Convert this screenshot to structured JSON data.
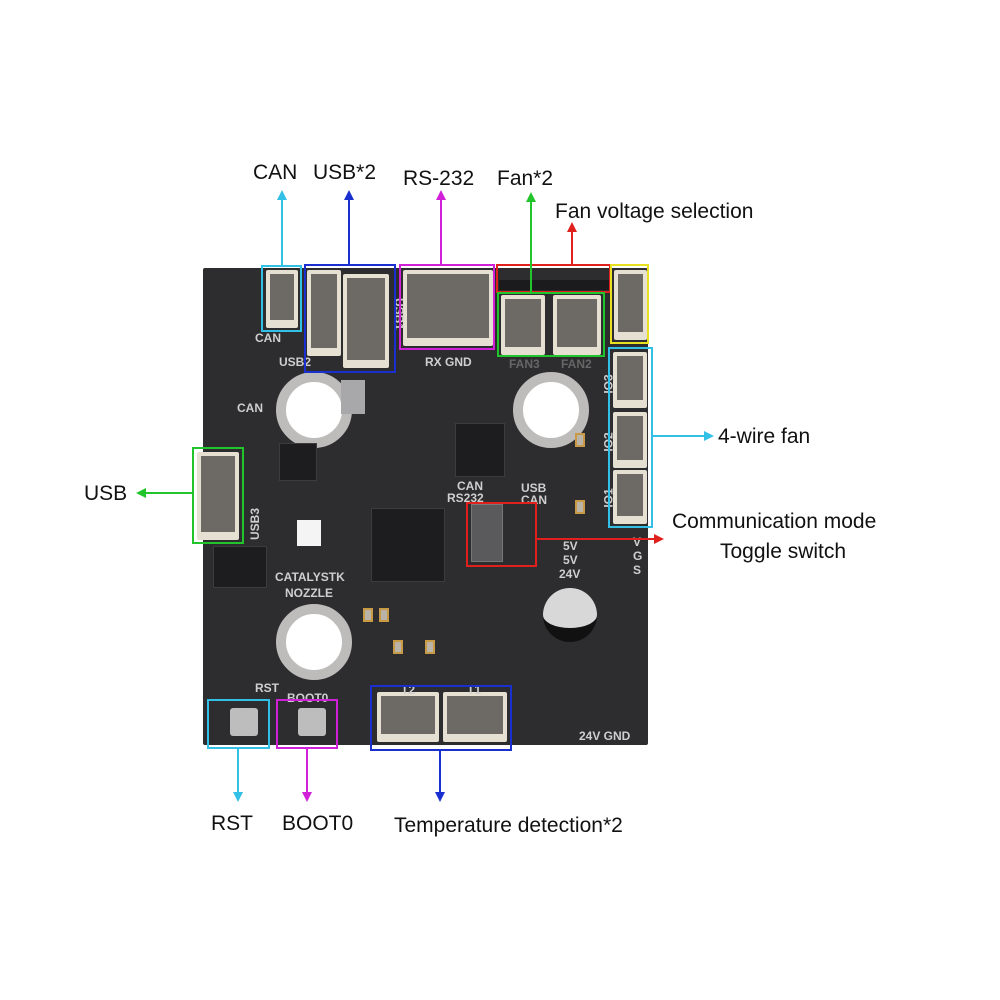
{
  "callouts": {
    "can": "CAN",
    "usb2": "USB*2",
    "rs232": "RS-232",
    "fan2": "Fan*2",
    "fan_voltage": "Fan voltage selection",
    "four_wire_fan": "4-wire fan",
    "usb": "USB",
    "comm_mode_line1": "Communication mode",
    "comm_mode_line2": "Toggle switch",
    "rst": "RST",
    "boot0": "BOOT0",
    "temperature": "Temperature detection*2"
  },
  "silkscreen": {
    "can_top": "CAN",
    "usb2": "USB2",
    "can_mid": "CAN",
    "usb3": "USB3",
    "usb1": "USB1",
    "rx_gnd": "RX  GND",
    "fan3": "FAN3",
    "fan2": "FAN2",
    "io3": "IO3",
    "io2": "IO2",
    "io1": "IO1",
    "can_rs232_1": "CAN",
    "can_rs232_2": "RS232",
    "usb_can_1": "USB",
    "usb_can_2": "CAN",
    "v5a": "5V",
    "v5b": "5V",
    "v24": "24V",
    "v": "V",
    "g": "G",
    "s": "S",
    "brand1": "CATALYSTK",
    "brand2": "NOZZLE",
    "rst": "RST",
    "boot0": "BOOT0",
    "t2": "T2",
    "t1": "T1",
    "power": "24V GND"
  },
  "colors": {
    "cyan": "#33c0e6",
    "blue": "#1a2fd0",
    "magenta": "#d020d8",
    "red": "#e0201c",
    "green": "#22c42c",
    "yellow": "#e8e020"
  }
}
